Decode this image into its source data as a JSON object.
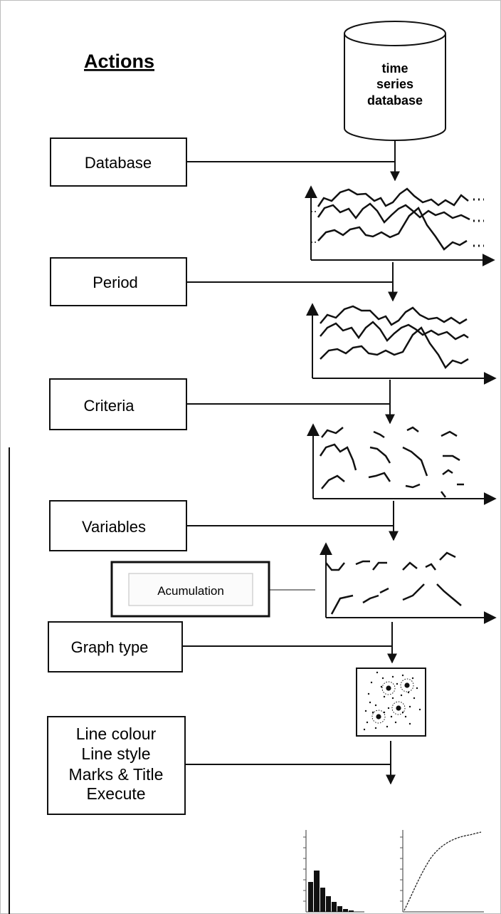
{
  "title": "Actions",
  "database_label": [
    "time",
    "series",
    "database"
  ],
  "actions": {
    "database": [
      "Database"
    ],
    "period": [
      "Period"
    ],
    "criteria": [
      "Criteria"
    ],
    "variables": [
      "Variables"
    ],
    "accumulation": [
      "Acumulation"
    ],
    "graph_type": [
      "Graph type"
    ],
    "final": [
      "Line colour",
      "Line style",
      "Marks & Title",
      "Execute"
    ]
  },
  "colors": {
    "ink": "#111111",
    "frame": "#bdbdbd",
    "button_border": "#c8c8c8",
    "button_bg": "#fbfbfb"
  }
}
